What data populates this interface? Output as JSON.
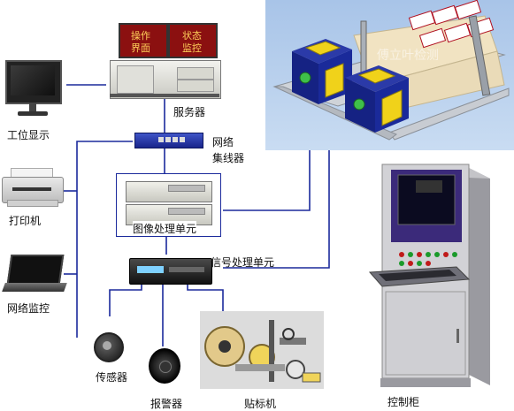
{
  "labels": {
    "workstation": "工位显示",
    "printer": "打印机",
    "net_monitor": "网络监控",
    "server": "服务器",
    "hub_l1": "网络",
    "hub_l2": "集线器",
    "image_unit": "图像处理单元",
    "signal_unit": "信号处理单元",
    "sensor": "传感器",
    "alarm": "报警器",
    "labeler": "贴标机",
    "cabinet": "控制柜"
  },
  "server_screens": {
    "left": [
      "操作",
      "界面"
    ],
    "right": [
      "状态",
      "监控"
    ]
  },
  "watermark": "傅立叶检测",
  "colors": {
    "wire": "#1b2a9c",
    "server_screen": "#8b1010",
    "screen_text": "#ffd15a",
    "render_bg": "#b9d2ee",
    "cube": "#1a2a8c",
    "cube_face": "#f0d21a"
  }
}
